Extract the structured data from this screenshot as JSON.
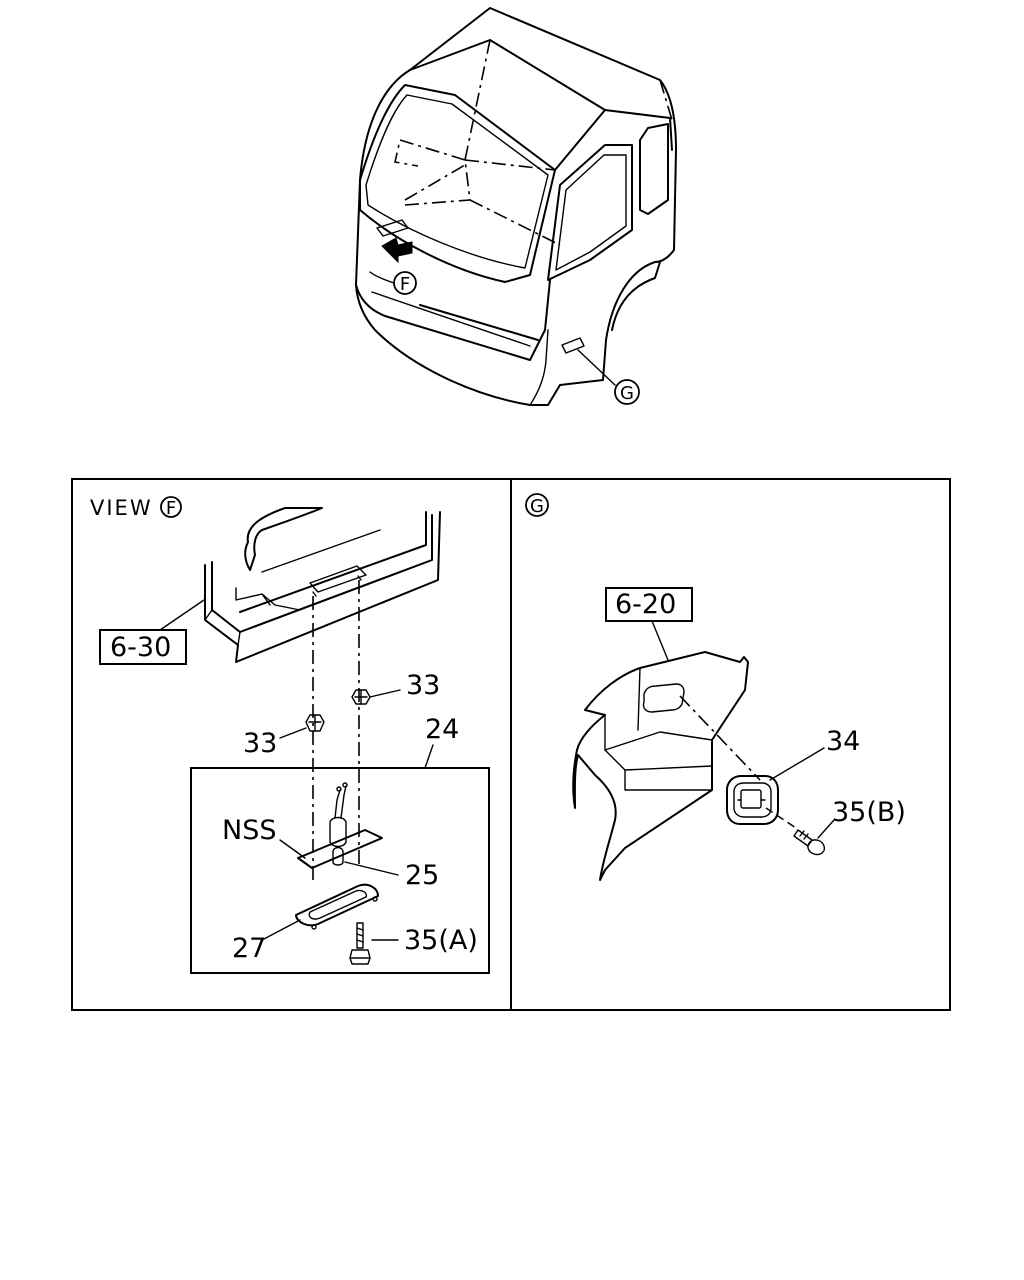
{
  "top_view": {
    "callout_f": "F",
    "callout_g": "G"
  },
  "panel_f": {
    "view_label": "VIEW",
    "view_circle": "F",
    "ref_box": "6-30",
    "labels": {
      "p33a": "33",
      "p33b": "33",
      "p24": "24",
      "nss": "NSS",
      "p25": "25",
      "p27": "27",
      "p35a": "35(A)"
    }
  },
  "panel_g": {
    "circle": "G",
    "ref_box": "6-20",
    "labels": {
      "p34": "34",
      "p35b": "35(B)"
    }
  }
}
